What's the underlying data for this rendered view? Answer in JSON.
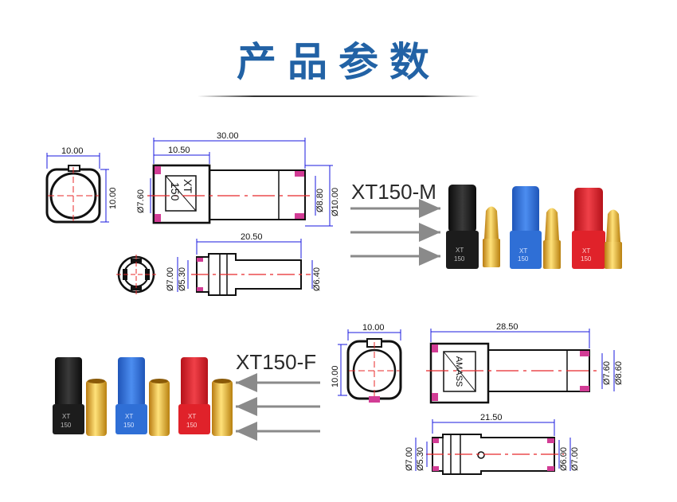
{
  "title": "产品参数",
  "male": {
    "model_label": "XT150-M",
    "end_view_dims": {
      "width": "10.00",
      "height": "10.00"
    },
    "side_view_dims": {
      "overall": "30.00",
      "housing": "10.50",
      "diameter_left": "Ø7.60",
      "diameter_mid": "Ø8.80",
      "diameter_right": "Ø10.00"
    },
    "pin_dims": {
      "length": "20.50",
      "dia_a": "Ø7.00",
      "dia_b": "Ø5.30",
      "dia_c": "Ø6.40"
    },
    "housing_marking": [
      "XT",
      "150"
    ]
  },
  "female": {
    "model_label": "XT150-F",
    "end_view_dims": {
      "width": "10.00",
      "height": "10.00"
    },
    "side_view_dims": {
      "overall": "28.50",
      "dia_a": "Ø7.60",
      "dia_b": "Ø8.60"
    },
    "socket_dims": {
      "length": "21.50",
      "dia_a": "Ø7.00",
      "dia_b": "Ø5.30",
      "dia_c": "Ø6.00",
      "dia_d": "Ø7.00"
    },
    "housing_marking": [
      "XT",
      "150"
    ],
    "side_marking": "AMASS"
  },
  "colors": {
    "title": "#2262a5",
    "dimension": "#1a1adf",
    "centerline": "#e8282a",
    "accent_pink": "#d23c95",
    "black_housing": "#1c1c1c",
    "blue_housing": "#2f6fd6",
    "red_housing": "#e0222a",
    "gold": "#e0a51f"
  },
  "icons": [
    "arrow-icon",
    "connector-black-icon",
    "connector-blue-icon",
    "connector-red-icon",
    "gold-pin-icon",
    "gold-socket-icon"
  ]
}
